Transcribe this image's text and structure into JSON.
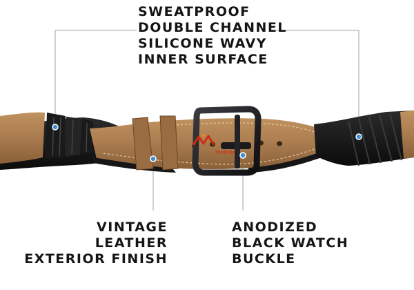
{
  "callouts": {
    "top": [
      "SWEATPROOF",
      "DOUBLE CHANNEL",
      "SILICONE WAVY",
      "INNER SURFACE"
    ],
    "left": [
      "VINTAGE",
      "LEATHER",
      "EXTERIOR FINISH"
    ],
    "right": [
      "ANODIZED",
      "BLACK WATCH",
      "BUCKLE"
    ]
  },
  "watermark": {
    "text": "mobile"
  },
  "colors": {
    "leather": "#a97b4f",
    "leather_dark": "#7a5432",
    "silicone": "#1e1e1e",
    "buckle": "#1a1a1d",
    "callout_line": "#9aa3ad",
    "callout_dot": "#3a8fd6",
    "text": "#151515",
    "watermark": "#d02a10"
  },
  "icons": [
    "callout-dot-icon",
    "brand-logo-icon"
  ]
}
